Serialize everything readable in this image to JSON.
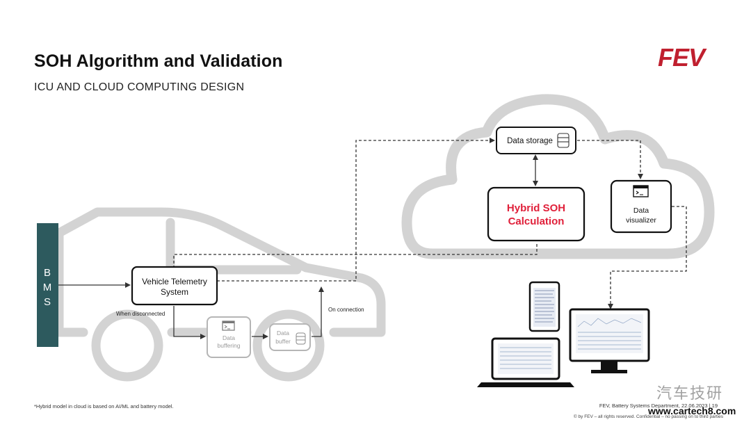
{
  "header": {
    "title": "SOH Algorithm and Validation",
    "subtitle": "ICU AND CLOUD COMPUTING DESIGN",
    "logo": "FEV"
  },
  "diagram": {
    "bms_letters": [
      "B",
      "M",
      "S"
    ],
    "telemetry": [
      "Vehicle Telemetry",
      "System"
    ],
    "when_disconnected": "When disconnected",
    "on_connection": "On connection",
    "data_buffering": [
      "Data",
      "buffering"
    ],
    "data_buffer": [
      "Data",
      "buffer"
    ],
    "data_storage": "Data storage",
    "hybrid_soh": [
      "Hybrid SOH",
      "Calculation"
    ],
    "data_visualizer": [
      "Data",
      "visualizer"
    ],
    "colors": {
      "accent_red": "#e0203a",
      "bms": "#2d5a5e",
      "outline_gray": "#d3d3d3",
      "faded": "#a0a0a0"
    }
  },
  "footer": {
    "footnote": "*Hybrid model in cloud is based on AI/ML and battery model.",
    "department": "FEV, Battery Systems Department, 22.06.2023  |  19",
    "copyright": "© by FEV – all rights reserved. Confidential – no passing on to third parties",
    "watermark_cn": "汽车技研",
    "watermark_url": "www.cartech8.com"
  }
}
